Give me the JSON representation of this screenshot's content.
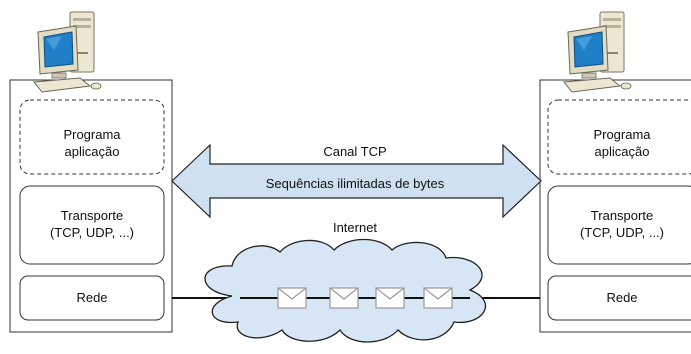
{
  "channel": {
    "title": "Canal TCP",
    "subtitle": "Sequências ilimitadas de bytes"
  },
  "network": {
    "label": "Internet"
  },
  "hosts": [
    {
      "application": {
        "line1": "Programa",
        "line2": "aplicação"
      },
      "transport": {
        "line1": "Transporte",
        "line2": "(TCP, UDP, ...)"
      },
      "network_layer": "Rede"
    },
    {
      "application": {
        "line1": "Programa",
        "line2": "aplicação"
      },
      "transport": {
        "line1": "Transporte",
        "line2": "(TCP, UDP, ...)"
      },
      "network_layer": "Rede"
    }
  ],
  "colors": {
    "arrow_fill": "#cfe0f0",
    "cloud_fill": "#d6e6f5",
    "envelope": "#9a9a9a",
    "monitor_screen": "#1f7fc7",
    "computer_body": "#ece7d2"
  },
  "icons": [
    "computer-icon",
    "double-arrow",
    "cloud",
    "envelope-icon"
  ]
}
